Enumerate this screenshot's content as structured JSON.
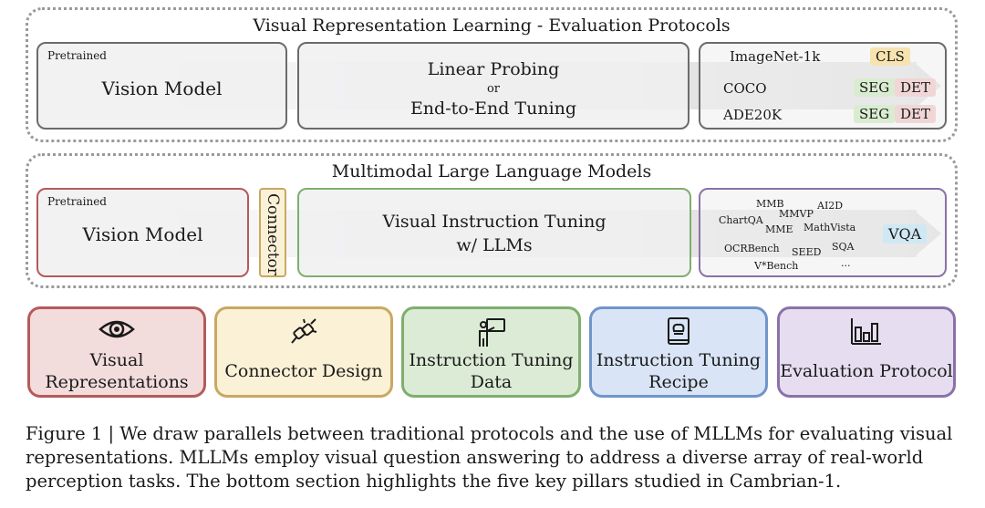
{
  "top_section": {
    "title": "Visual Representation Learning - Evaluation Protocols",
    "pretrained": "Pretrained",
    "vision_model": "Vision Model",
    "probing_line1": "Linear Probing",
    "probing_or": "or",
    "probing_line2": "End-to-End Tuning",
    "datasets": [
      {
        "name": "ImageNet-1k",
        "tags": [
          "CLS"
        ]
      },
      {
        "name": "COCO",
        "tags": [
          "SEG",
          "DET"
        ]
      },
      {
        "name": "ADE20K",
        "tags": [
          "SEG",
          "DET"
        ]
      }
    ]
  },
  "mid_section": {
    "title": "Multimodal Large Language Models",
    "pretrained": "Pretrained",
    "vision_model": "Vision Model",
    "connector": "Connector",
    "tuning_line1": "Visual Instruction Tuning",
    "tuning_line2": "w/ LLMs",
    "benchmarks": [
      "MMB",
      "AI2D",
      "MMVP",
      "ChartQA",
      "MME",
      "MathVista",
      "OCRBench",
      "SEED",
      "SQA",
      "V*Bench",
      "..."
    ],
    "vqa": "VQA"
  },
  "pillars": [
    {
      "label_line1": "Visual",
      "label_line2": "Representations",
      "icon": "eye-icon",
      "border": "#b65a5a",
      "bg": "#f3dcdc"
    },
    {
      "label_line1": "Connector Design",
      "icon": "plug-icon",
      "border": "#c9a862",
      "bg": "#fbf1d6"
    },
    {
      "label_line1": "Instruction Tuning",
      "label_line2": "Data",
      "icon": "teacher-icon",
      "border": "#7fae6f",
      "bg": "#dcebd5"
    },
    {
      "label_line1": "Instruction Tuning",
      "label_line2": "Recipe",
      "icon": "recipe-book-icon",
      "border": "#6f95c9",
      "bg": "#d9e5f6"
    },
    {
      "label_line1": "Evaluation Protocol",
      "icon": "bar-chart-icon",
      "border": "#8a72a8",
      "bg": "#e6def0"
    }
  ],
  "tag_colors": {
    "CLS": "#f7e3b0",
    "SEG": "#d9ecd0",
    "DET": "#f1d6d6",
    "VQA": "#cfe8f4"
  },
  "caption": "Figure 1 | We draw parallels between traditional protocols and the use of MLLMs for evaluating visual representations. MLLMs employ visual question answering to address a diverse array of real-world perception tasks. The bottom section highlights the five key pillars studied in Cambrian-1."
}
